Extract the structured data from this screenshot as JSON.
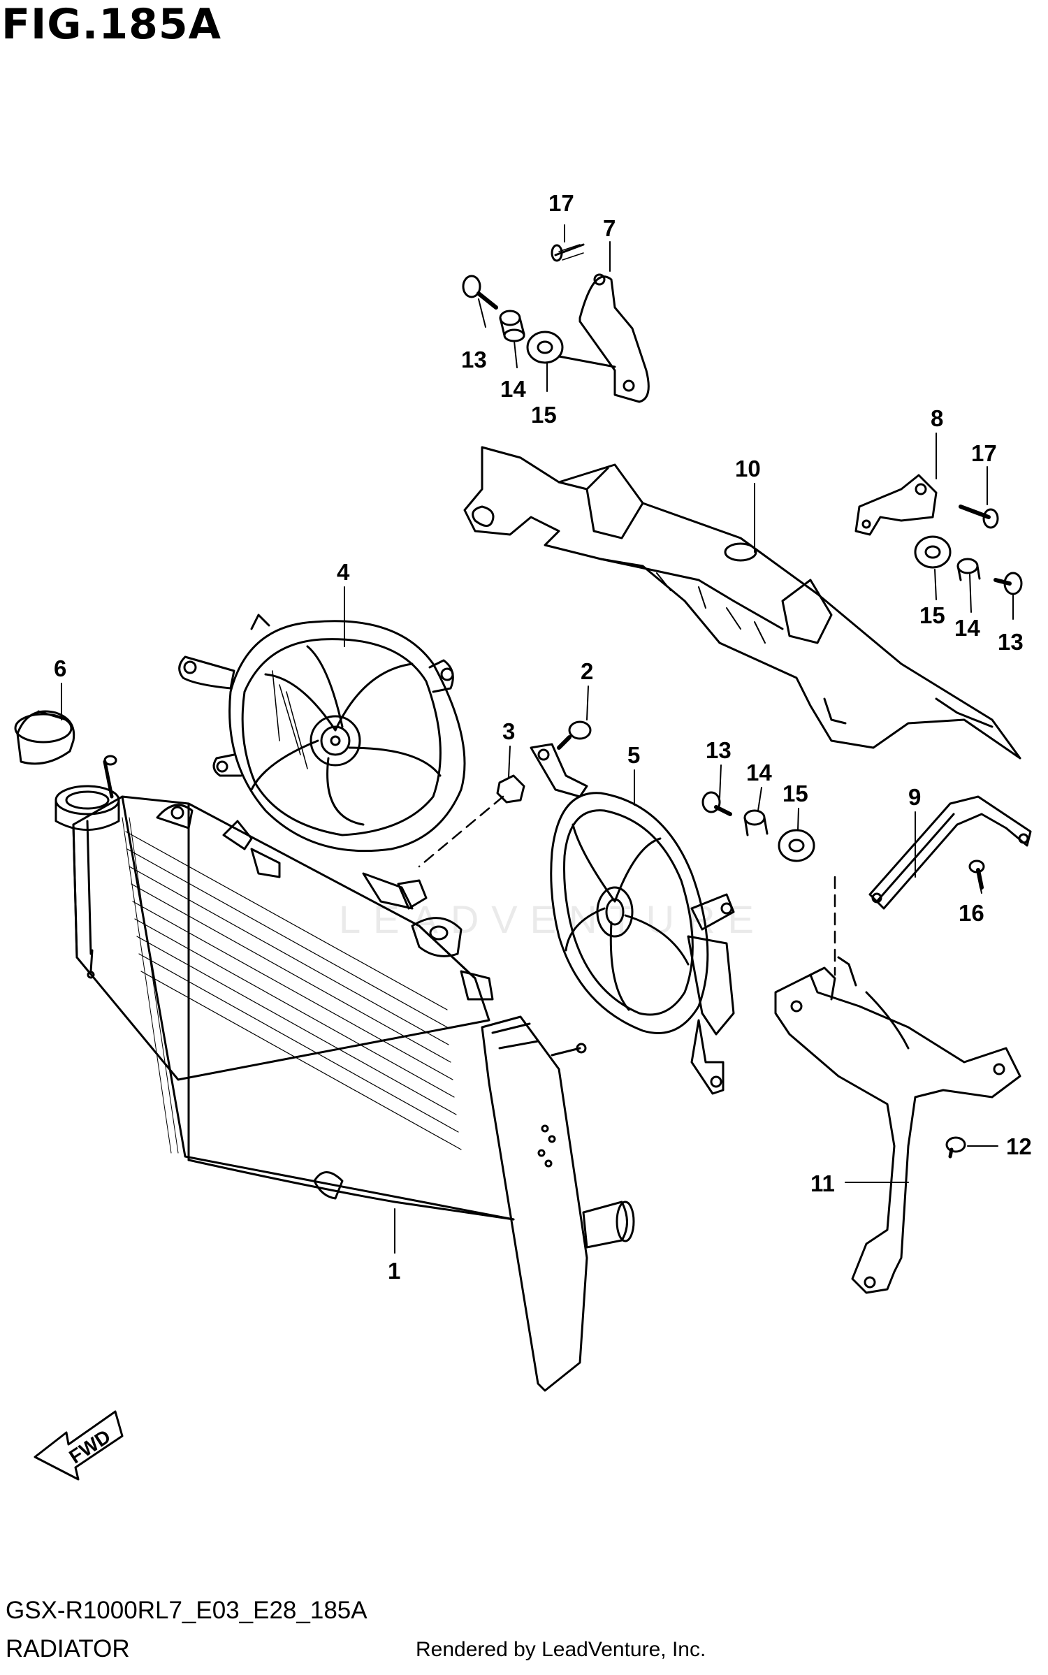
{
  "figure": {
    "title": "FIG.185A",
    "code": "GSX-R1000RL7_E03_E28_185A",
    "name": "RADIATOR",
    "credit": "Rendered by LeadVenture, Inc.",
    "watermark": "LEADVENTURE",
    "direction_label": "FWD"
  },
  "callouts": [
    {
      "id": "c17a",
      "label": "17"
    },
    {
      "id": "c7",
      "label": "7"
    },
    {
      "id": "c13a",
      "label": "13"
    },
    {
      "id": "c14a",
      "label": "14"
    },
    {
      "id": "c15a",
      "label": "15"
    },
    {
      "id": "c8",
      "label": "8"
    },
    {
      "id": "c17b",
      "label": "17"
    },
    {
      "id": "c10",
      "label": "10"
    },
    {
      "id": "c15b",
      "label": "15"
    },
    {
      "id": "c14b",
      "label": "14"
    },
    {
      "id": "c13b",
      "label": "13"
    },
    {
      "id": "c4",
      "label": "4"
    },
    {
      "id": "c6",
      "label": "6"
    },
    {
      "id": "c2",
      "label": "2"
    },
    {
      "id": "c3",
      "label": "3"
    },
    {
      "id": "c5",
      "label": "5"
    },
    {
      "id": "c13c",
      "label": "13"
    },
    {
      "id": "c14c",
      "label": "14"
    },
    {
      "id": "c15c",
      "label": "15"
    },
    {
      "id": "c9",
      "label": "9"
    },
    {
      "id": "c16",
      "label": "16"
    },
    {
      "id": "c12",
      "label": "12"
    },
    {
      "id": "c11",
      "label": "11"
    },
    {
      "id": "c1",
      "label": "1"
    }
  ],
  "colors": {
    "line": "#000000",
    "background": "#ffffff",
    "watermark": "#eaeaea"
  }
}
